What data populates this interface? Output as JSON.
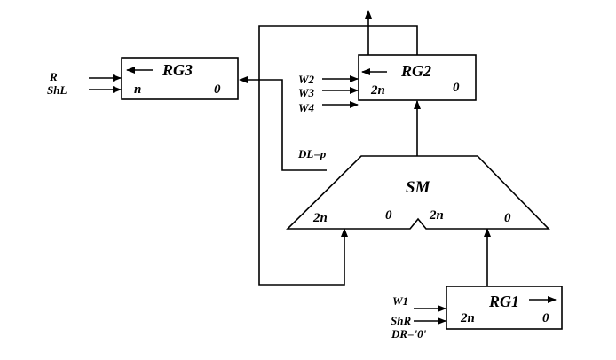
{
  "diagram": {
    "rg3": {
      "name": "RG3",
      "msb": "n",
      "lsb": "0",
      "inputs": [
        "R",
        "ShL"
      ]
    },
    "rg2": {
      "name": "RG2",
      "msb": "2n",
      "lsb": "0",
      "inputs": [
        "W2",
        "W3",
        "W4"
      ]
    },
    "rg1": {
      "name": "RG1",
      "msb": "2n",
      "lsb": "0",
      "inputs": [
        "W1",
        "ShR"
      ],
      "dr_label": "DR='0'"
    },
    "sm": {
      "name": "SM",
      "left_msb": "2n",
      "left_lsb": "0",
      "right_msb": "2n",
      "right_lsb": "0"
    },
    "dl_label": "DL=p",
    "colors": {
      "line": "#000000",
      "background": "#ffffff"
    }
  }
}
